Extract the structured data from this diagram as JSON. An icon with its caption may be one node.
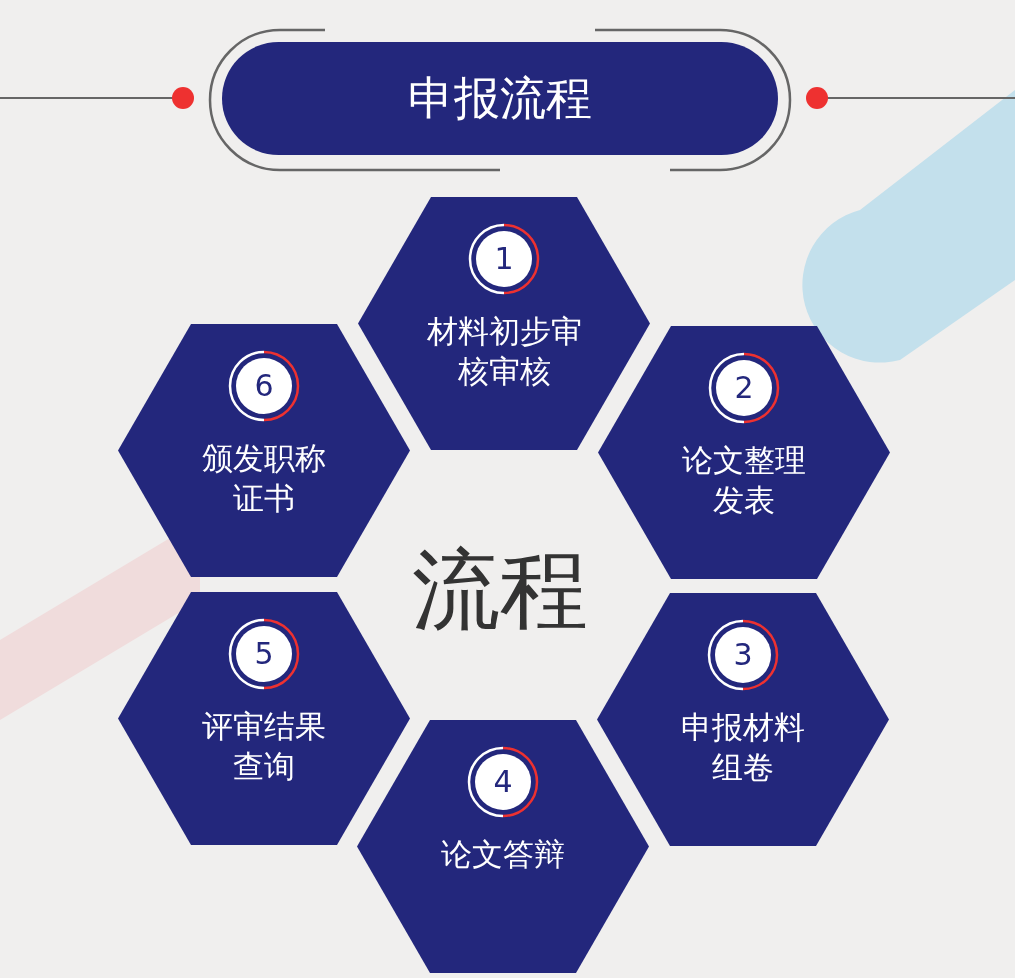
{
  "diagram": {
    "title": "申报流程",
    "nodes": [
      {
        "text": [
          "1",
          "材料初步审核审核"
        ]
      },
      {
        "text": [
          "2",
          "论文整理发表"
        ]
      },
      {
        "text": [
          "3",
          "申报材料组卷"
        ]
      },
      {
        "text": [
          "4",
          "论文答辩"
        ]
      },
      {
        "text": [
          "5",
          "评审结果查询"
        ]
      },
      {
        "text": [
          "6",
          "颁发职称证书"
        ]
      }
    ],
    "edges": [],
    "labels": [
      "流程"
    ]
  }
}
